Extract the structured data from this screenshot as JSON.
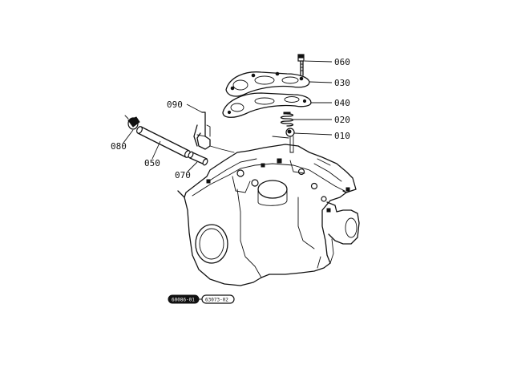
{
  "callouts": [
    {
      "id": "part-060",
      "text": "060"
    },
    {
      "id": "part-030",
      "text": "030"
    },
    {
      "id": "part-040",
      "text": "040"
    },
    {
      "id": "part-020",
      "text": "020"
    },
    {
      "id": "part-010",
      "text": "010"
    },
    {
      "id": "part-090",
      "text": "090"
    },
    {
      "id": "part-080",
      "text": "080"
    },
    {
      "id": "part-050",
      "text": "050"
    },
    {
      "id": "part-070",
      "text": "070"
    }
  ],
  "footer": {
    "code_left": "60086-01",
    "code_right": "63073-02"
  }
}
